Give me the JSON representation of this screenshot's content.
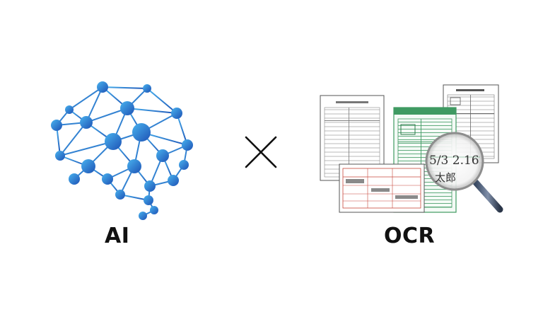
{
  "labels": {
    "ai": "AI",
    "ocr": "OCR"
  },
  "icons": {
    "left": "neural-network-brain-icon",
    "center": "multiply-icon",
    "right": "documents-magnifier-icon"
  },
  "colors": {
    "brain_blue": "#2f7fd6",
    "brain_light": "#3aa0e8",
    "brain_dark": "#1e57b8",
    "text": "#111111",
    "form_green": "#3f9a62",
    "form_red": "#c8473b"
  },
  "handwriting": {
    "magnified_text": "5/3 2.16",
    "name_text": "太郎"
  }
}
